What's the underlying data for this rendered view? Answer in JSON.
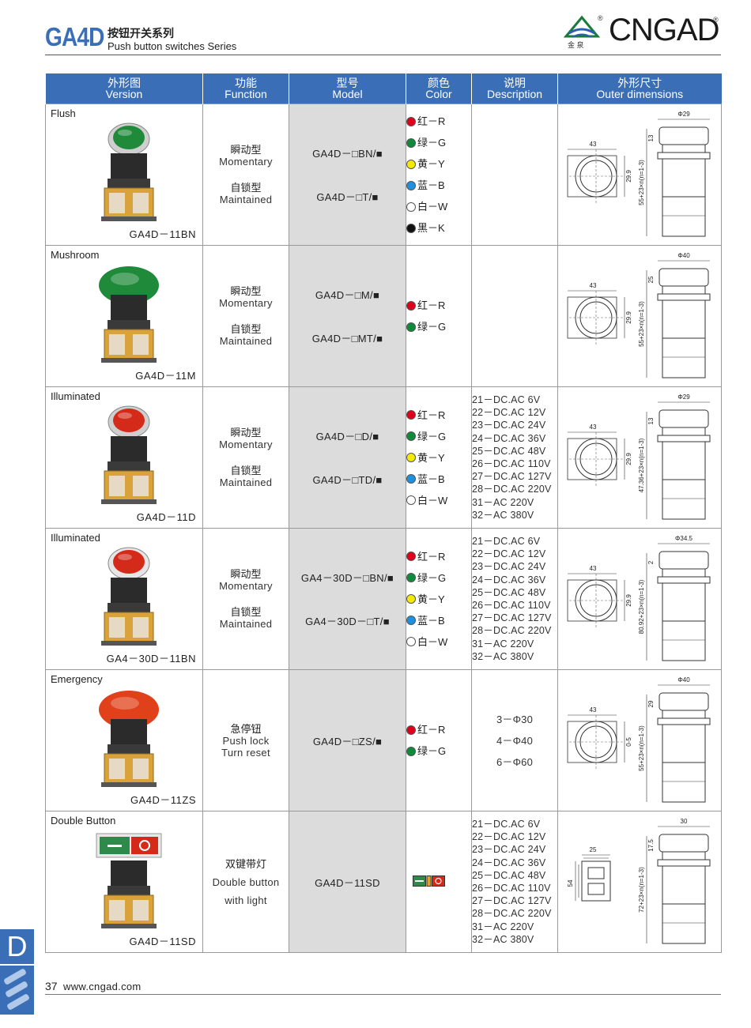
{
  "header": {
    "series_code": "GA4D",
    "series_zh": "按钮开关系列",
    "series_en": "Push button switches Series",
    "brand": "CNGAD",
    "brand_sub": "金 泉",
    "accent_color": "#3a6fb7"
  },
  "columns": [
    {
      "zh": "外形图",
      "en": "Version"
    },
    {
      "zh": "功能",
      "en": "Function"
    },
    {
      "zh": "型号",
      "en": "Model"
    },
    {
      "zh": "颜色",
      "en": "Color"
    },
    {
      "zh": "说明",
      "en": "Description"
    },
    {
      "zh": "外形尺寸",
      "en": "Outer dimensions"
    }
  ],
  "rows": [
    {
      "version": "Flush",
      "code": "GA4D－11BN",
      "functions": [
        {
          "zh": "瞬动型",
          "en": "Momentary"
        },
        {
          "zh": "自锁型",
          "en": "Maintained"
        }
      ],
      "models": [
        "GA4D－□BN/■",
        "GA4D－□T/■"
      ],
      "colors": [
        {
          "label": "红－R",
          "hex": "#e0001a"
        },
        {
          "label": "绿－G",
          "hex": "#0e8a3a"
        },
        {
          "label": "黄－Y",
          "hex": "#f4ea00"
        },
        {
          "label": "蓝－B",
          "hex": "#1f8fe0"
        },
        {
          "label": "白－W",
          "hex": "#ffffff"
        },
        {
          "label": "黑－K",
          "hex": "#111111"
        }
      ],
      "description": [],
      "dims": {
        "a": "43",
        "b": "Φ29",
        "c": "13",
        "d": "29.9",
        "e": "55+23×n(n=1-3)"
      }
    },
    {
      "version": "Mushroom",
      "code": "GA4D－11M",
      "functions": [
        {
          "zh": "瞬动型",
          "en": "Momentary"
        },
        {
          "zh": "自锁型",
          "en": "Maintained"
        }
      ],
      "models": [
        "GA4D－□M/■",
        "GA4D－□MT/■"
      ],
      "colors": [
        {
          "label": "红－R",
          "hex": "#e0001a"
        },
        {
          "label": "绿－G",
          "hex": "#0e8a3a"
        }
      ],
      "description": [],
      "dims": {
        "a": "43",
        "b": "Φ40",
        "c": "25",
        "d": "29.9",
        "e": "55+23×n(n=1-3)"
      }
    },
    {
      "version": "Illuminated",
      "code": "GA4D－11D",
      "functions": [
        {
          "zh": "瞬动型",
          "en": "Momentary"
        },
        {
          "zh": "自锁型",
          "en": "Maintained"
        }
      ],
      "models": [
        "GA4D－□D/■",
        "GA4D－□TD/■"
      ],
      "colors": [
        {
          "label": "红－R",
          "hex": "#e0001a"
        },
        {
          "label": "绿－G",
          "hex": "#0e8a3a"
        },
        {
          "label": "黄－Y",
          "hex": "#f4ea00"
        },
        {
          "label": "蓝－B",
          "hex": "#1f8fe0"
        },
        {
          "label": "白－W",
          "hex": "#ffffff"
        }
      ],
      "description": [
        "21－DC.AC 6V",
        "22－DC.AC 12V",
        "23－DC.AC 24V",
        "24－DC.AC 36V",
        "25－DC.AC 48V",
        "26－DC.AC 110V",
        "27－DC.AC 127V",
        "28－DC.AC 220V",
        "31－AC 220V",
        "32－AC 380V"
      ],
      "dims": {
        "a": "43",
        "b": "Φ29",
        "c": "13",
        "d": "29.9",
        "e": "47.36+23×n(n=1-3)"
      }
    },
    {
      "version": "Illuminated",
      "code": "GA4－30D－11BN",
      "functions": [
        {
          "zh": "瞬动型",
          "en": "Momentary"
        },
        {
          "zh": "自锁型",
          "en": "Maintained"
        }
      ],
      "models": [
        "GA4－30D－□BN/■",
        "GA4－30D－□T/■"
      ],
      "colors": [
        {
          "label": "红－R",
          "hex": "#e0001a"
        },
        {
          "label": "绿－G",
          "hex": "#0e8a3a"
        },
        {
          "label": "黄－Y",
          "hex": "#f4ea00"
        },
        {
          "label": "蓝－B",
          "hex": "#1f8fe0"
        },
        {
          "label": "白－W",
          "hex": "#ffffff"
        }
      ],
      "description": [
        "21－DC.AC 6V",
        "22－DC.AC 12V",
        "23－DC.AC 24V",
        "24－DC.AC 36V",
        "25－DC.AC 48V",
        "26－DC.AC 110V",
        "27－DC.AC 127V",
        "28－DC.AC 220V",
        "31－AC 220V",
        "32－AC 380V"
      ],
      "dims": {
        "a": "43",
        "b": "Φ34.5",
        "c": "2",
        "d": "29.9",
        "e": "80.92+23×n(n=1-3)"
      }
    },
    {
      "version": "Emergency",
      "code": "GA4D－11ZS",
      "functions": [
        {
          "zh": "急停钮",
          "en": "Push lock",
          "en2": "Turn reset"
        }
      ],
      "models": [
        "GA4D－□ZS/■"
      ],
      "colors": [
        {
          "label": "红－R",
          "hex": "#e0001a"
        },
        {
          "label": "绿－G",
          "hex": "#0e8a3a"
        }
      ],
      "description": [
        "3－Φ30",
        "4－Φ40",
        "6－Φ60"
      ],
      "dims": {
        "a": "43",
        "b": "Φ40",
        "c": "29",
        "d": "0-5",
        "e": "55+23×n(n=1-3)"
      }
    },
    {
      "version": "Double Button",
      "code": "GA4D－11SD",
      "functions": [
        {
          "zh": "双键带灯",
          "en": "Double button",
          "en2": "with light"
        }
      ],
      "models": [
        "GA4D－11SD"
      ],
      "colors": [],
      "description": [
        "21－DC.AC 6V",
        "22－DC.AC 12V",
        "23－DC.AC 24V",
        "24－DC.AC 36V",
        "25－DC.AC 48V",
        "26－DC.AC 110V",
        "27－DC.AC 127V",
        "28－DC.AC 220V",
        "31－AC 220V",
        "32－AC 380V"
      ],
      "dims": {
        "a": "25",
        "b": "30",
        "c": "17.5",
        "d": "54",
        "e": "72+23×n(n=1-3)"
      }
    }
  ],
  "side_tab": "D",
  "footer": {
    "page": "37",
    "url": "www.cngad.com"
  }
}
